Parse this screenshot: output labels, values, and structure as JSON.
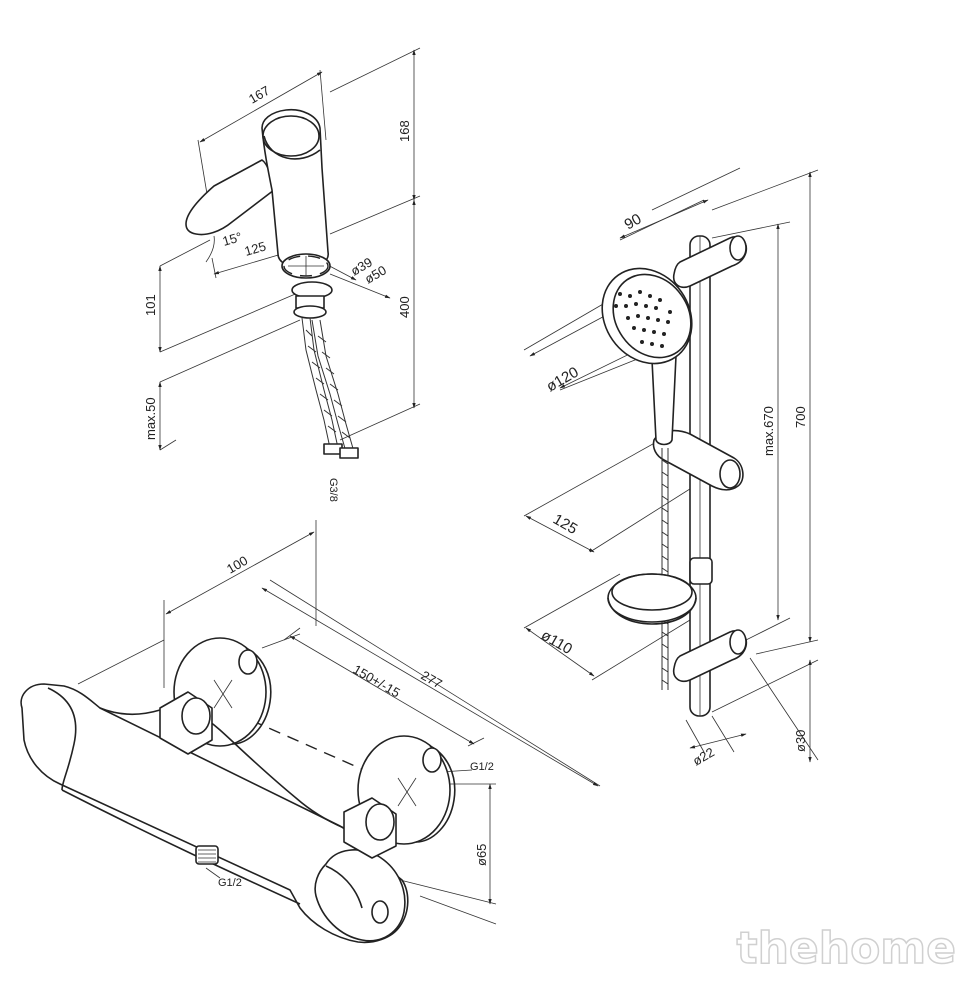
{
  "faucet": {
    "dims": {
      "length": "167",
      "height": "168",
      "angle": "15°",
      "reach": "125",
      "d_inner": "ø39",
      "d_outer": "ø50",
      "body_height": "101",
      "hose_length": "400",
      "max_thickness": "max.50",
      "thread": "G3/8"
    }
  },
  "shower_set": {
    "dims": {
      "depth": "90",
      "head_diameter": "ø120",
      "holder_offset": "125",
      "dish_diameter": "ø110",
      "slide_travel": "max.670",
      "rail_height": "700",
      "rail_diameter": "ø22",
      "bracket_diameter": "ø30"
    }
  },
  "mixer": {
    "dims": {
      "depth": "100",
      "total_length": "277",
      "centers": "150+/-15",
      "inlet_thread": "G1/2",
      "outlet_thread": "G1/2",
      "flange_diameter": "ø65"
    }
  },
  "watermark": "thehome"
}
